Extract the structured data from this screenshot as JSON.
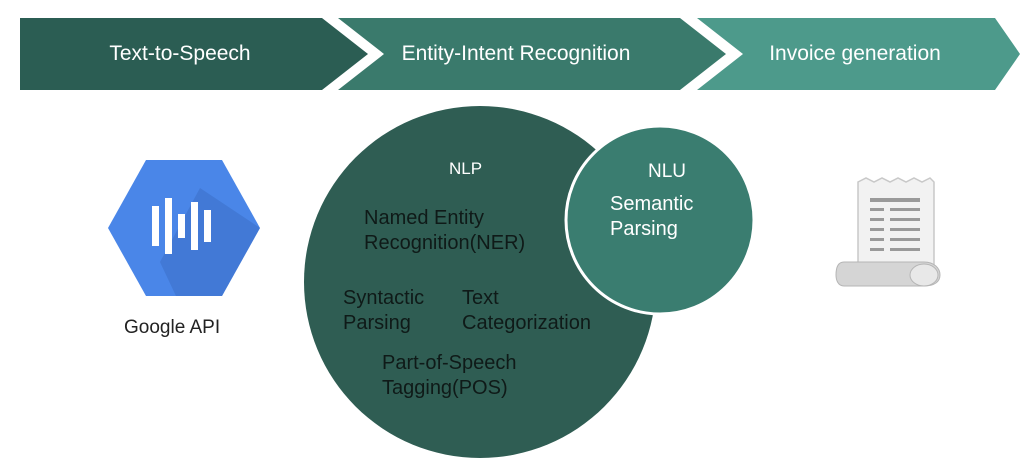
{
  "pipeline": {
    "steps": [
      {
        "label": "Text-to-Speech",
        "color": "#2b5d53"
      },
      {
        "label": "Entity-Intent Recognition",
        "color": "#3a7a6c"
      },
      {
        "label": "Invoice generation",
        "color": "#4d9a8b"
      }
    ]
  },
  "google": {
    "label": "Google API",
    "icon": "speech-waveform-icon",
    "hex_color": "#4a86e8",
    "hex_shadow": "#3d6fc7"
  },
  "nlp": {
    "title": "NLP",
    "circle_color": "#2f5d53",
    "items": {
      "ner_line1": "Named Entity",
      "ner_line2": "Recognition(NER)",
      "syntactic_line1": "Syntactic",
      "syntactic_line2": "Parsing",
      "textcat_line1": "Text",
      "textcat_line2": "Categorization",
      "pos_line1": "Part-of-Speech",
      "pos_line2": "Tagging(POS)"
    }
  },
  "nlu": {
    "title": "NLU",
    "circle_color": "#3a7d70",
    "item_line1": "Semantic",
    "item_line2": "Parsing"
  },
  "invoice": {
    "icon": "receipt-icon"
  }
}
